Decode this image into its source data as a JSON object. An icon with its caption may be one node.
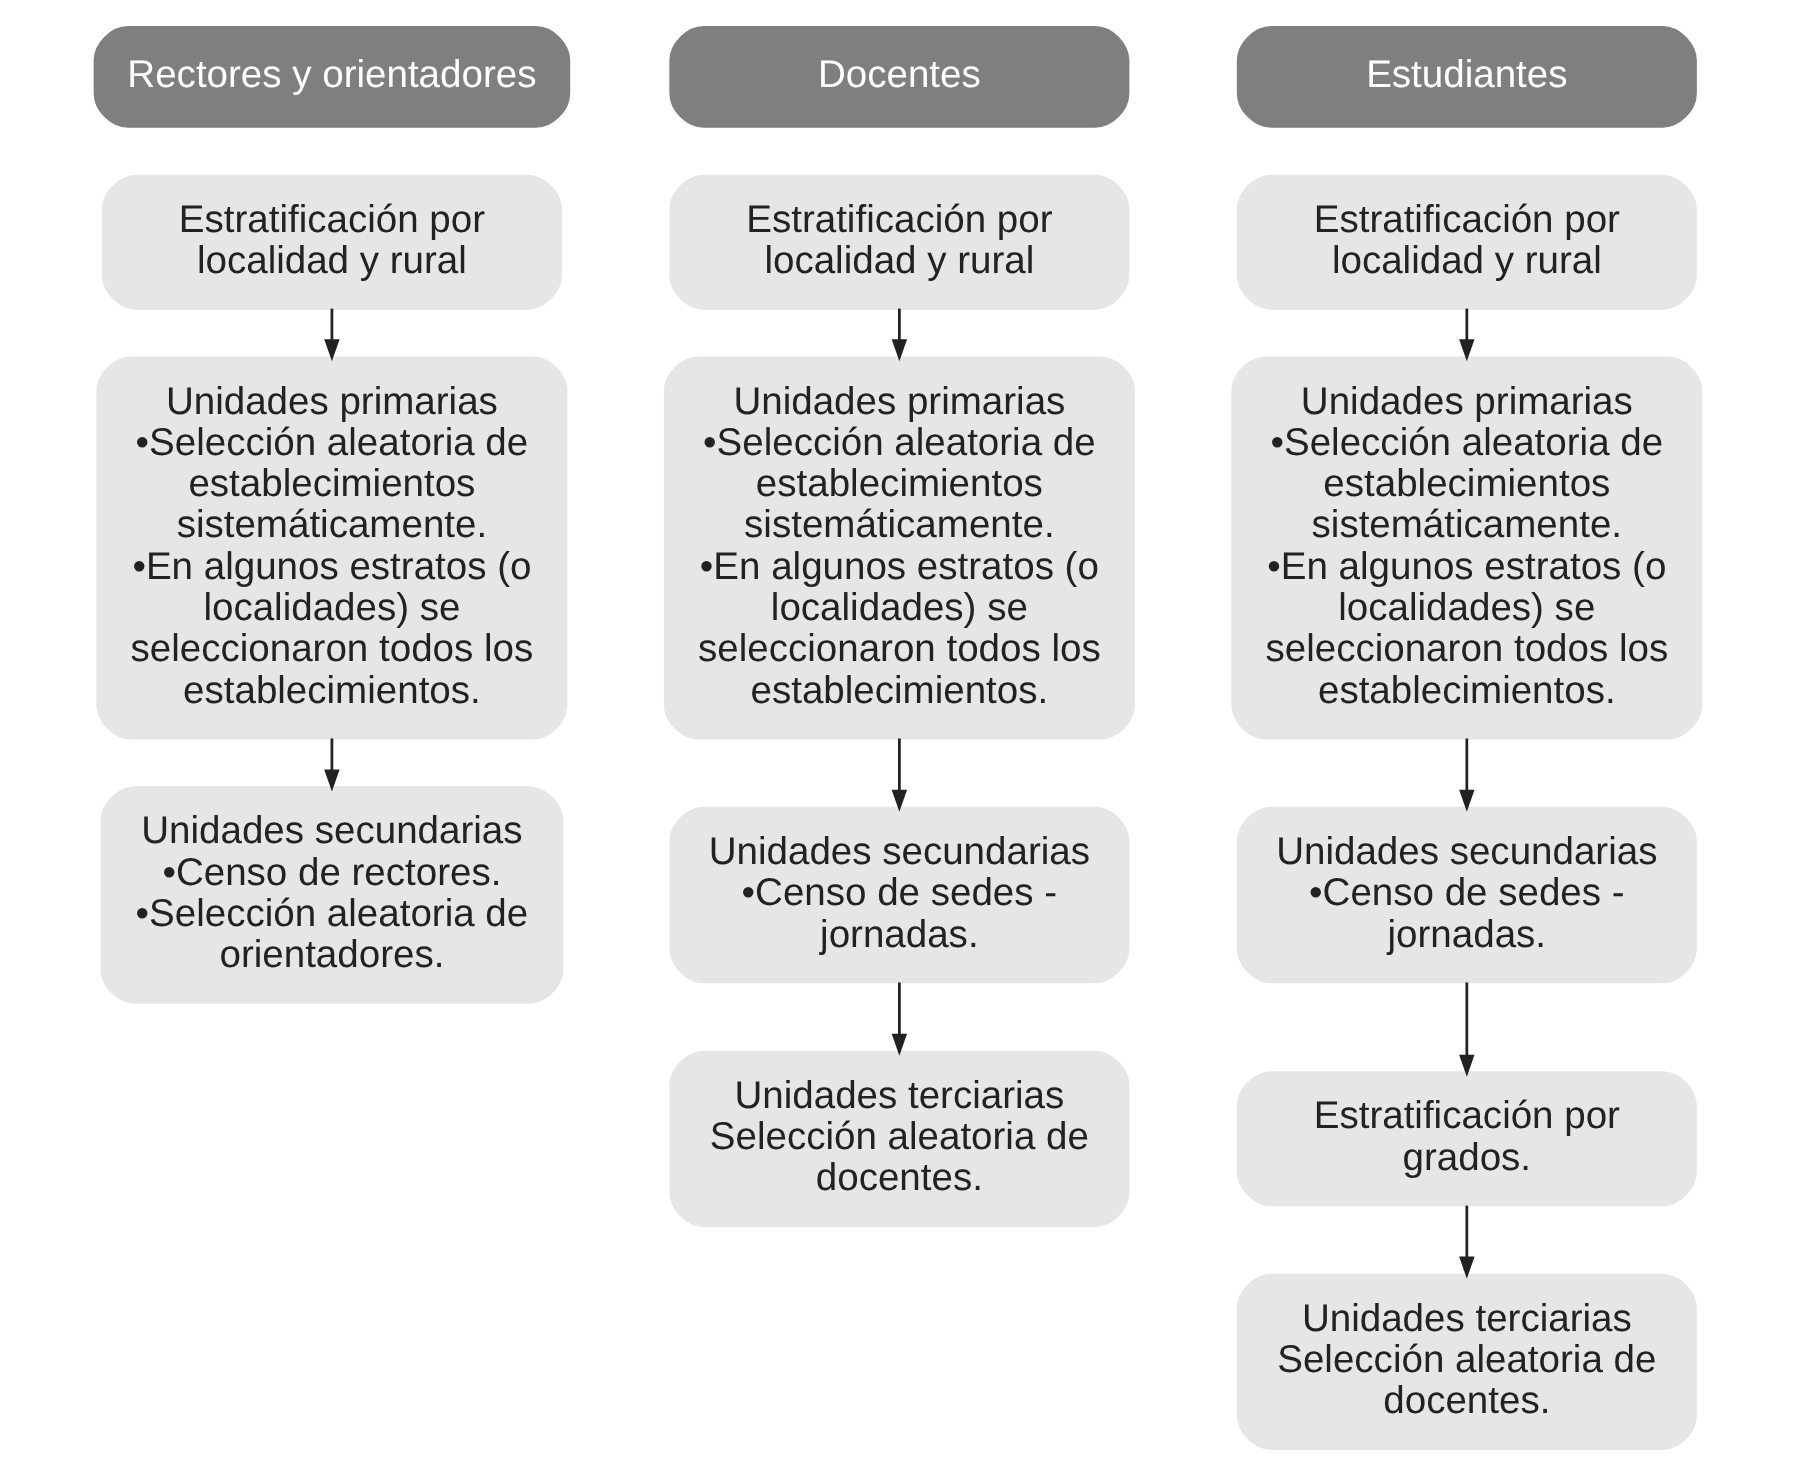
{
  "diagram": {
    "nodes": [
      {
        "text": [
          "Rectores y orientadores"
        ]
      },
      {
        "text": [
          "Estratificación por localidad y rural"
        ]
      },
      {
        "text": [
          "Unidades primarias",
          "•Selección aleatoria de establecimientos sistemáticamente.",
          "•En algunos estratos (o localidades) se seleccionaron todos los establecimientos."
        ]
      },
      {
        "text": [
          "Unidades secundarias",
          "•Censo de rectores.",
          "•Selección aleatoria de orientadores."
        ]
      },
      {
        "text": [
          "Docentes"
        ]
      },
      {
        "text": [
          "Estratificación por localidad y rural"
        ]
      },
      {
        "text": [
          "Unidades primarias",
          "•Selección aleatoria de establecimientos sistemáticamente.",
          "•En algunos estratos (o localidades) se seleccionaron todos los establecimientos."
        ]
      },
      {
        "text": [
          "Unidades secundarias",
          "•Censo de sedes - jornadas."
        ]
      },
      {
        "text": [
          "Unidades terciarias",
          "Selección aleatoria de docentes."
        ]
      },
      {
        "text": [
          "Estudiantes"
        ]
      },
      {
        "text": [
          "Estratificación por localidad y rural"
        ]
      },
      {
        "text": [
          "Unidades primarias",
          "•Selección aleatoria de establecimientos sistemáticamente.",
          "•En algunos estratos (o localidades) se seleccionaron todos los establecimientos."
        ]
      },
      {
        "text": [
          "Unidades secundarias",
          "•Censo de sedes - jornadas."
        ]
      },
      {
        "text": [
          "Estratificación por grados."
        ]
      },
      {
        "text": [
          "Unidades terciarias",
          "Selección aleatoria de docentes."
        ]
      }
    ],
    "edges": [
      {
        "from": 1,
        "to": 2,
        "arrow": "to"
      },
      {
        "from": 2,
        "to": 3,
        "arrow": "to"
      },
      {
        "from": 5,
        "to": 6,
        "arrow": "to"
      },
      {
        "from": 6,
        "to": 7,
        "arrow": "to"
      },
      {
        "from": 7,
        "to": 8,
        "arrow": "to"
      },
      {
        "from": 10,
        "to": 11,
        "arrow": "to"
      },
      {
        "from": 11,
        "to": 12,
        "arrow": "to"
      },
      {
        "from": 12,
        "to": 13,
        "arrow": "to"
      },
      {
        "from": 13,
        "to": 14,
        "arrow": "to"
      }
    ]
  }
}
